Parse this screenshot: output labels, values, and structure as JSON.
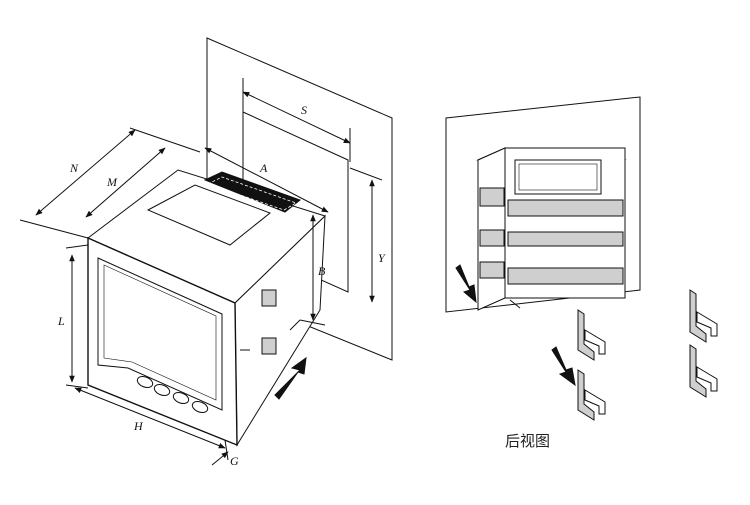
{
  "dimensions": {
    "N": "N",
    "M": "M",
    "A": "A",
    "S": "S",
    "Y": "Y",
    "B": "B",
    "L": "L",
    "H": "H",
    "G": "G"
  },
  "rear_view": {
    "caption": "后视图"
  },
  "colors": {
    "line": "#111111",
    "panel": "#ffffff",
    "shade": "#cfcfcf"
  }
}
